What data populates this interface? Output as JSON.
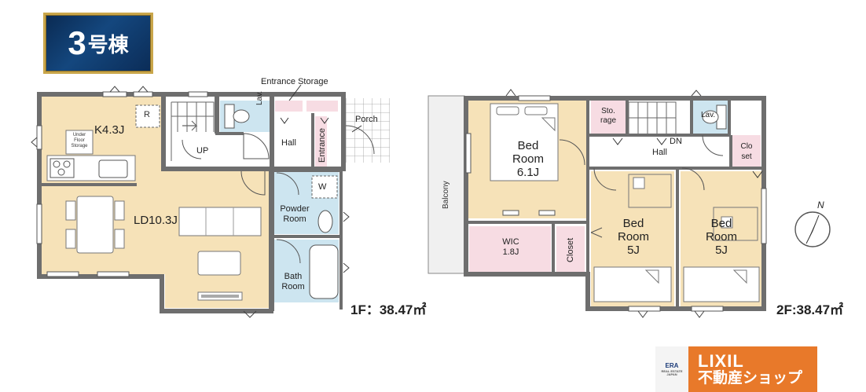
{
  "header": {
    "building_number": "3",
    "building_suffix": "号棟"
  },
  "floor1": {
    "area_label": "1F：38.47㎡",
    "rooms": {
      "kitchen": "K4.3J",
      "under_floor_storage": [
        "Under",
        "Floor",
        "Storage"
      ],
      "ld": "LD10.3J",
      "up": "UP",
      "lav": "Lav.",
      "hall": "Hall",
      "entrance": "Entrance",
      "porch": "Porch",
      "entrance_storage": "Entrance Storage",
      "powder_room": [
        "Powder",
        "Room"
      ],
      "bath_room": [
        "Bath",
        "Room"
      ],
      "r_mark": "R",
      "w_mark": "W"
    }
  },
  "floor2": {
    "area_label": "2F:38.47㎡",
    "rooms": {
      "balcony": "Balcony",
      "bed_main": [
        "Bed",
        "Room",
        "6.1J"
      ],
      "wic": [
        "WIC",
        "1.8J"
      ],
      "closet_vertical": "Closet",
      "storage": [
        "Sto.",
        "rage"
      ],
      "hall": "Hall",
      "dn": "DN",
      "lav": "Lav.",
      "closet_small": [
        "Clo",
        "set"
      ],
      "bed_2": [
        "Bed",
        "Room",
        "5J"
      ],
      "bed_3": [
        "Bed",
        "Room",
        "5J"
      ]
    }
  },
  "compass": {
    "north": "N"
  },
  "logo": {
    "era": "ERA",
    "era_sub": [
      "REAL ESTATE",
      "JAPAN"
    ],
    "line1": "LIXIL",
    "line2": "不動産ショップ"
  },
  "colors": {
    "wall": "#6e6e6e",
    "living": "#f6e2b8",
    "wet": "#cde5f0",
    "storage": "#f7dce3",
    "floor_white": "#ffffff",
    "balcony": "#f0f0f0",
    "accent_logo": "#e8792a",
    "badge_bg": "#0f3a6c",
    "badge_border": "#c9a64a"
  }
}
